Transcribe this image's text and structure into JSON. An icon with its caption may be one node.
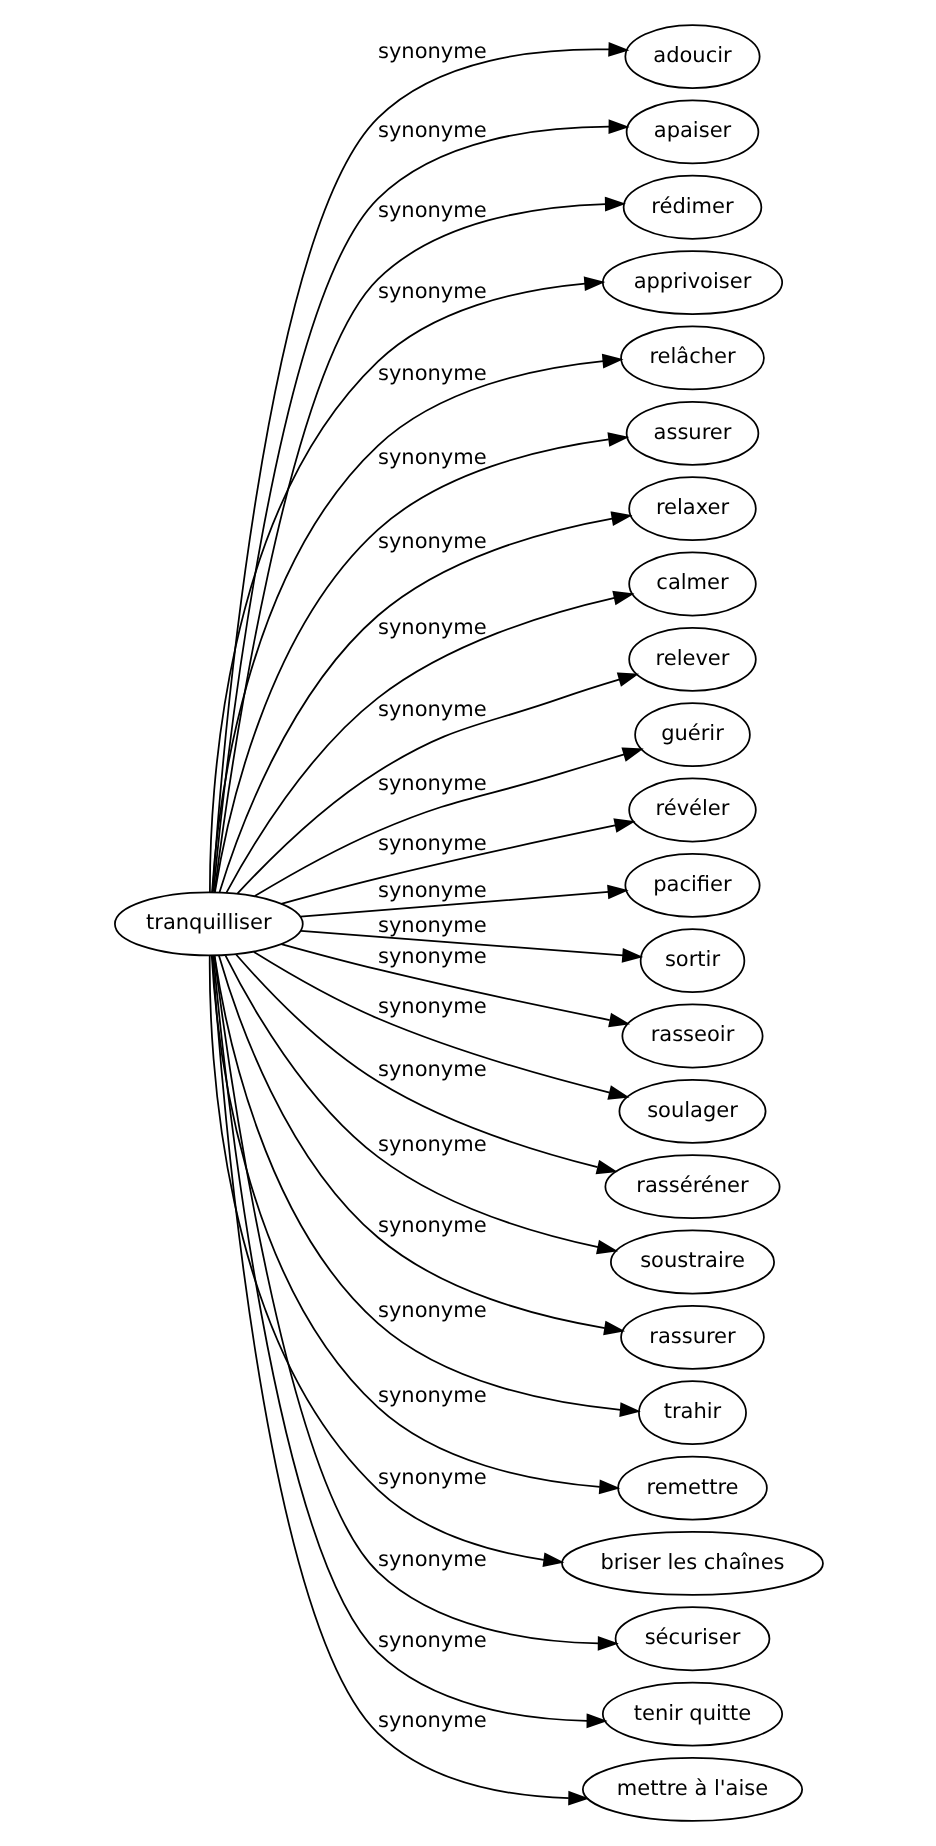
{
  "diagram": {
    "nodes": [
      {
        "text": [
          "tranquilliser"
        ]
      },
      {
        "text": [
          "adoucir"
        ]
      },
      {
        "text": [
          "apaiser"
        ]
      },
      {
        "text": [
          "rédimer"
        ]
      },
      {
        "text": [
          "apprivoiser"
        ]
      },
      {
        "text": [
          "relâcher"
        ]
      },
      {
        "text": [
          "assurer"
        ]
      },
      {
        "text": [
          "relaxer"
        ]
      },
      {
        "text": [
          "calmer"
        ]
      },
      {
        "text": [
          "relever"
        ]
      },
      {
        "text": [
          "guérir"
        ]
      },
      {
        "text": [
          "révéler"
        ]
      },
      {
        "text": [
          "pacifier"
        ]
      },
      {
        "text": [
          "sortir"
        ]
      },
      {
        "text": [
          "rasseoir"
        ]
      },
      {
        "text": [
          "soulager"
        ]
      },
      {
        "text": [
          "rasséréner"
        ]
      },
      {
        "text": [
          "soustraire"
        ]
      },
      {
        "text": [
          "rassurer"
        ]
      },
      {
        "text": [
          "trahir"
        ]
      },
      {
        "text": [
          "remettre"
        ]
      },
      {
        "text": [
          "briser les chaînes"
        ]
      },
      {
        "text": [
          "sécuriser"
        ]
      },
      {
        "text": [
          "tenir quitte"
        ]
      },
      {
        "text": [
          "mettre à l'aise"
        ]
      }
    ],
    "edges": [
      {
        "from": 0,
        "to": 1,
        "arrow": "to",
        "label": "synonyme"
      },
      {
        "from": 0,
        "to": 2,
        "arrow": "to",
        "label": "synonyme"
      },
      {
        "from": 0,
        "to": 3,
        "arrow": "to",
        "label": "synonyme"
      },
      {
        "from": 0,
        "to": 4,
        "arrow": "to",
        "label": "synonyme"
      },
      {
        "from": 0,
        "to": 5,
        "arrow": "to",
        "label": "synonyme"
      },
      {
        "from": 0,
        "to": 6,
        "arrow": "to",
        "label": "synonyme"
      },
      {
        "from": 0,
        "to": 7,
        "arrow": "to",
        "label": "synonyme"
      },
      {
        "from": 0,
        "to": 8,
        "arrow": "to",
        "label": "synonyme"
      },
      {
        "from": 0,
        "to": 9,
        "arrow": "to",
        "label": "synonyme"
      },
      {
        "from": 0,
        "to": 10,
        "arrow": "to",
        "label": "synonyme"
      },
      {
        "from": 0,
        "to": 11,
        "arrow": "to",
        "label": "synonyme"
      },
      {
        "from": 0,
        "to": 12,
        "arrow": "to",
        "label": "synonyme"
      },
      {
        "from": 0,
        "to": 13,
        "arrow": "to",
        "label": "synonyme"
      },
      {
        "from": 0,
        "to": 14,
        "arrow": "to",
        "label": "synonyme"
      },
      {
        "from": 0,
        "to": 15,
        "arrow": "to",
        "label": "synonyme"
      },
      {
        "from": 0,
        "to": 16,
        "arrow": "to",
        "label": "synonyme"
      },
      {
        "from": 0,
        "to": 17,
        "arrow": "to",
        "label": "synonyme"
      },
      {
        "from": 0,
        "to": 18,
        "arrow": "to",
        "label": "synonyme"
      },
      {
        "from": 0,
        "to": 19,
        "arrow": "to",
        "label": "synonyme"
      },
      {
        "from": 0,
        "to": 20,
        "arrow": "to",
        "label": "synonyme"
      },
      {
        "from": 0,
        "to": 21,
        "arrow": "to",
        "label": "synonyme"
      },
      {
        "from": 0,
        "to": 22,
        "arrow": "to",
        "label": "synonyme"
      },
      {
        "from": 0,
        "to": 23,
        "arrow": "to",
        "label": "synonyme"
      },
      {
        "from": 0,
        "to": 24,
        "arrow": "to",
        "label": "synonyme"
      }
    ]
  }
}
